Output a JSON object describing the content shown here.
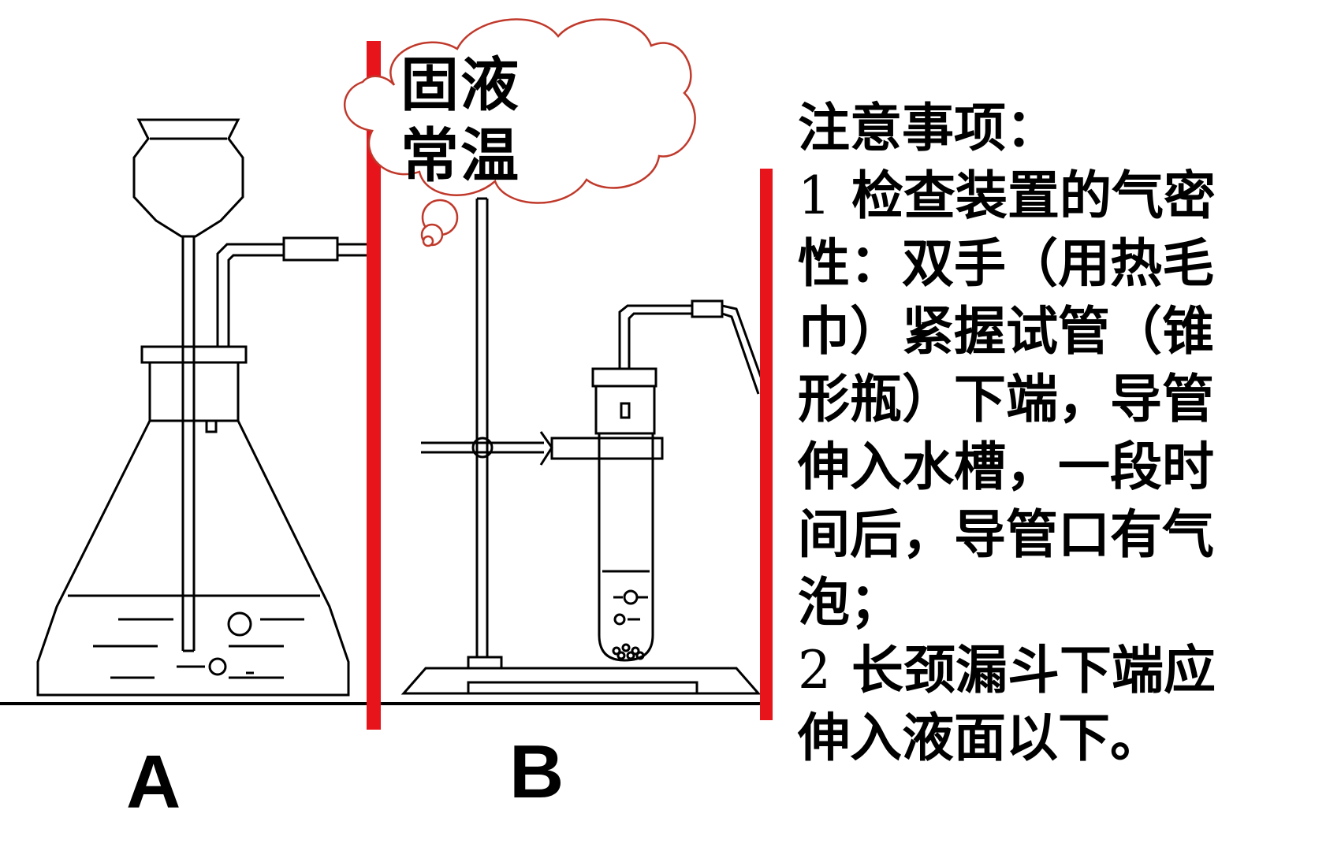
{
  "cloud": {
    "line1": "固液",
    "line2": "常温"
  },
  "labels": {
    "a": "A",
    "b": "B"
  },
  "notes": {
    "heading": "注意事项：",
    "item1_num": "1",
    "item1_lines": [
      "检查装置的气密",
      "性：双手（用热毛",
      "巾）紧握试管（锥",
      "形瓶）下端，导管",
      "伸入水槽，一段时",
      "间后，导管口有气",
      "泡；"
    ],
    "item2_num": "2",
    "item2_lines": [
      "长颈漏斗下端应",
      "伸入液面以下。"
    ]
  },
  "colors": {
    "divider": "#e8141c",
    "ink": "#000000",
    "cloud_outline": "#c0392b"
  }
}
